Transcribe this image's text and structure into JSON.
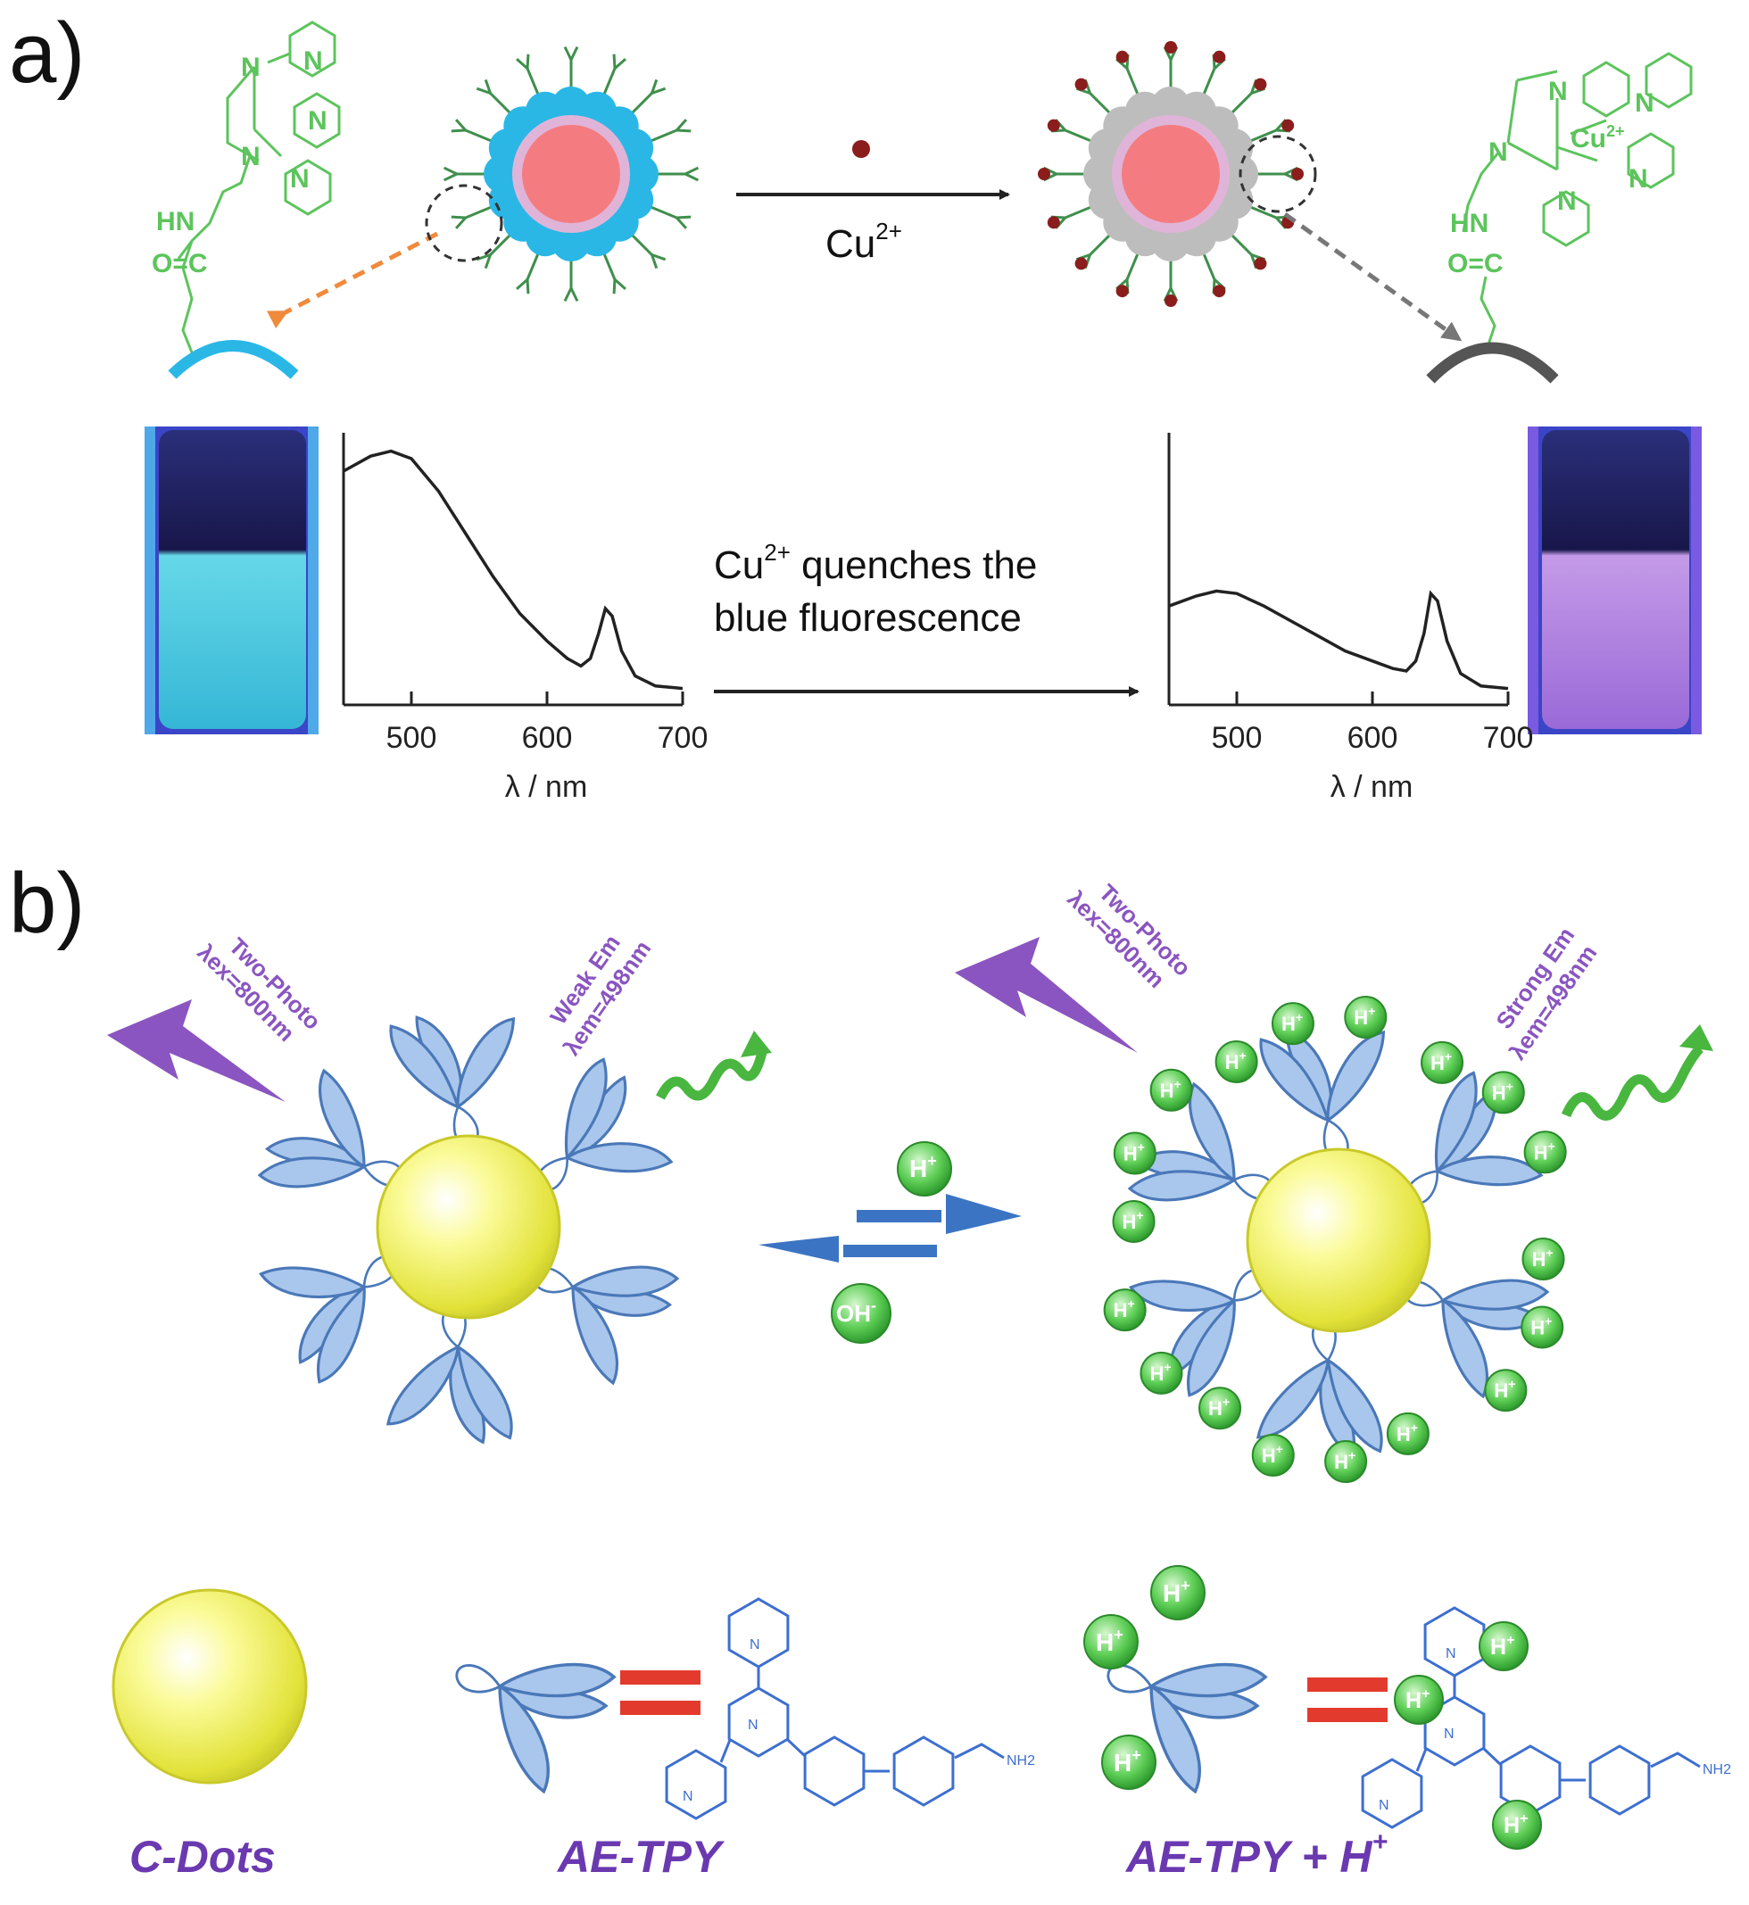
{
  "panel_a": {
    "letter": "a)",
    "reaction_label": "Cu2+",
    "bound_cu_label": "Cu",
    "bound_cu_charge": "2+",
    "ligand_labels": {
      "hn": "HN",
      "oc": "O=C",
      "n": "N"
    },
    "quench_line1": "Cu2+ quenches the",
    "quench_line2": "blue fluorescence",
    "spectrum_left": {
      "ticks": [
        "500",
        "600",
        "700"
      ],
      "xlabel": "λ / nm",
      "points": [
        [
          450,
          0.9
        ],
        [
          470,
          0.96
        ],
        [
          485,
          0.98
        ],
        [
          500,
          0.95
        ],
        [
          520,
          0.82
        ],
        [
          540,
          0.65
        ],
        [
          560,
          0.48
        ],
        [
          580,
          0.33
        ],
        [
          600,
          0.22
        ],
        [
          615,
          0.15
        ],
        [
          625,
          0.12
        ],
        [
          632,
          0.15
        ],
        [
          638,
          0.25
        ],
        [
          643,
          0.35
        ],
        [
          648,
          0.32
        ],
        [
          655,
          0.18
        ],
        [
          665,
          0.08
        ],
        [
          680,
          0.04
        ],
        [
          700,
          0.03
        ]
      ]
    },
    "spectrum_right": {
      "ticks": [
        "500",
        "600",
        "700"
      ],
      "xlabel": "λ / nm",
      "points": [
        [
          450,
          0.36
        ],
        [
          470,
          0.4
        ],
        [
          485,
          0.42
        ],
        [
          500,
          0.41
        ],
        [
          520,
          0.36
        ],
        [
          540,
          0.3
        ],
        [
          560,
          0.24
        ],
        [
          580,
          0.18
        ],
        [
          600,
          0.14
        ],
        [
          615,
          0.11
        ],
        [
          625,
          0.1
        ],
        [
          632,
          0.14
        ],
        [
          638,
          0.25
        ],
        [
          643,
          0.41
        ],
        [
          648,
          0.38
        ],
        [
          655,
          0.22
        ],
        [
          665,
          0.09
        ],
        [
          680,
          0.04
        ],
        [
          700,
          0.03
        ]
      ]
    }
  },
  "panel_b": {
    "letter": "b)",
    "left_excitation": "Two-Photo",
    "left_excitation_wl": "λex=800nm",
    "left_emission": "Weak Em",
    "left_emission_wl": "λem=498nm",
    "right_excitation": "Two-Photo",
    "right_excitation_wl": "λex=800nm",
    "right_emission": "Strong Em",
    "right_emission_wl": "λem=498nm",
    "forward_label": "H+",
    "reverse_label": "OH-",
    "ion_label": "H+"
  },
  "legend": {
    "cdots": "C-Dots",
    "aetpy": "AE-TPY",
    "aetpy_h": "AE-TPY + H+",
    "nh2": "NH2",
    "n": "N"
  },
  "colors": {
    "shell_blue": "#2ab7e6",
    "shell_grey": "#bdbdbd",
    "core_red": "#f47c80",
    "core_ring": "#e0b4d8",
    "cu_dot": "#8b1d1d",
    "orange_arrow": "#f08a3c",
    "cdot_yellow": "#e8e84a",
    "arrow_blue": "#3c74c4",
    "wave_green": "#49b63f",
    "lightning_purple": "#8a55c0",
    "equals_red": "#e23b2e"
  }
}
